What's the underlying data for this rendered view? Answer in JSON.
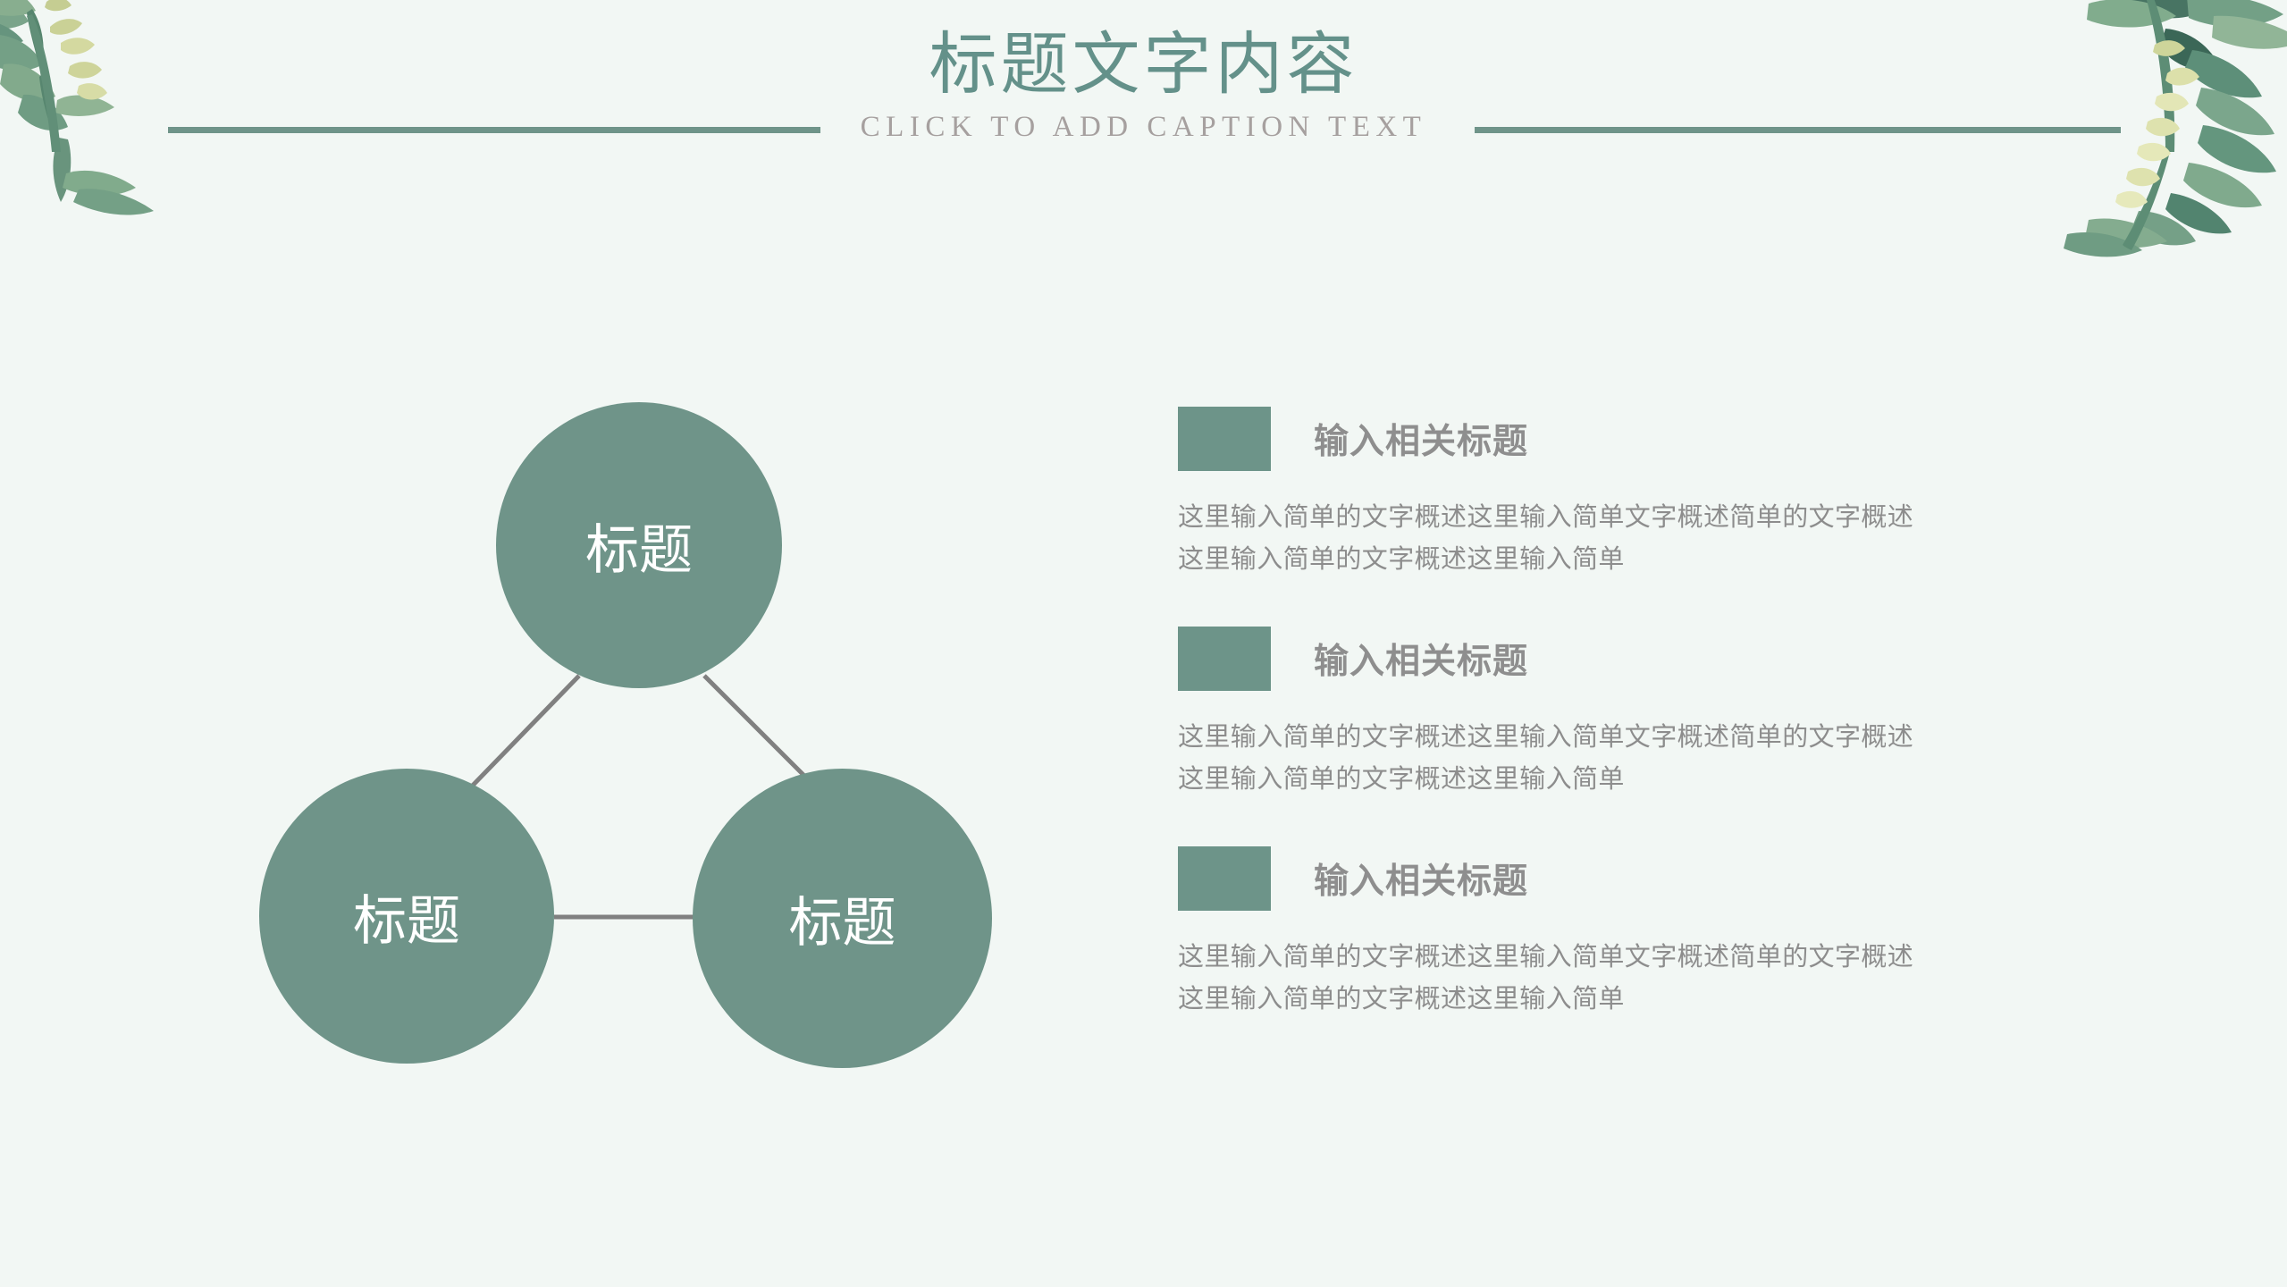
{
  "slide": {
    "background_color": "#f2f7f4",
    "accent_color": "#6f9489",
    "title_color": "#64918a",
    "body_text_color": "#8d8d8d"
  },
  "header": {
    "title": "标题文字内容",
    "subtitle": "CLICK TO ADD CAPTION TEXT"
  },
  "diagram": {
    "nodes": [
      {
        "label": "标题",
        "position": "top"
      },
      {
        "label": "标题",
        "position": "bottom-left"
      },
      {
        "label": "标题",
        "position": "bottom-right"
      }
    ],
    "connector_color": "#808080"
  },
  "content": {
    "items": [
      {
        "title": "输入相关标题",
        "line1": "这里输入简单的文字概述这里输入简单文字概述简单的文字概述",
        "line2": "这里输入简单的文字概述这里输入简单"
      },
      {
        "title": "输入相关标题",
        "line1": "这里输入简单的文字概述这里输入简单文字概述简单的文字概述",
        "line2": "这里输入简单的文字概述这里输入简单"
      },
      {
        "title": "输入相关标题",
        "line1": "这里输入简单的文字概述这里输入简单文字概述简单的文字概述",
        "line2": "这里输入简单的文字概述这里输入简单"
      }
    ]
  }
}
